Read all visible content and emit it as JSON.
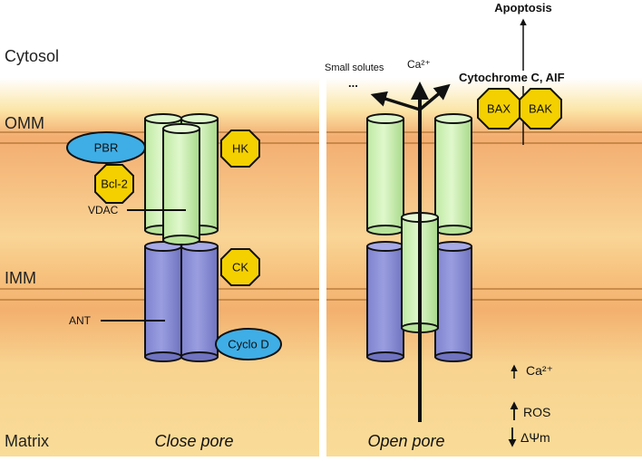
{
  "regions": {
    "cytosol": "Cytosol",
    "omm": "OMM",
    "imm": "IMM",
    "matrix": "Matrix"
  },
  "panels": {
    "left_caption": "Close pore",
    "right_caption": "Open pore"
  },
  "labels": {
    "vdac": "VDAC",
    "ant": "ANT",
    "small_solutes": "Small solutes",
    "ellipsis": "...",
    "ca_top": "Ca²⁺",
    "cytochrome": "Cytochrome C, AIF",
    "apoptosis": "Apoptosis",
    "ca_up": "Ca²⁺",
    "ros_up": "ROS",
    "psi_down": "ΔΨm"
  },
  "proteins": {
    "pbr": "PBR",
    "bcl2": "Bcl-2",
    "hk": "HK",
    "ck": "CK",
    "cyclo_d": "Cyclo D",
    "bax": "BAX",
    "bak": "BAK"
  },
  "colors": {
    "vdac_green": "#c8f0b0",
    "ant_blue": "#8a8ed6",
    "octagon_yellow": "#f4d000",
    "ellipse_blue": "#3faee6",
    "membrane_band": "#f2b070",
    "matrix_fill": "#f8d890"
  }
}
